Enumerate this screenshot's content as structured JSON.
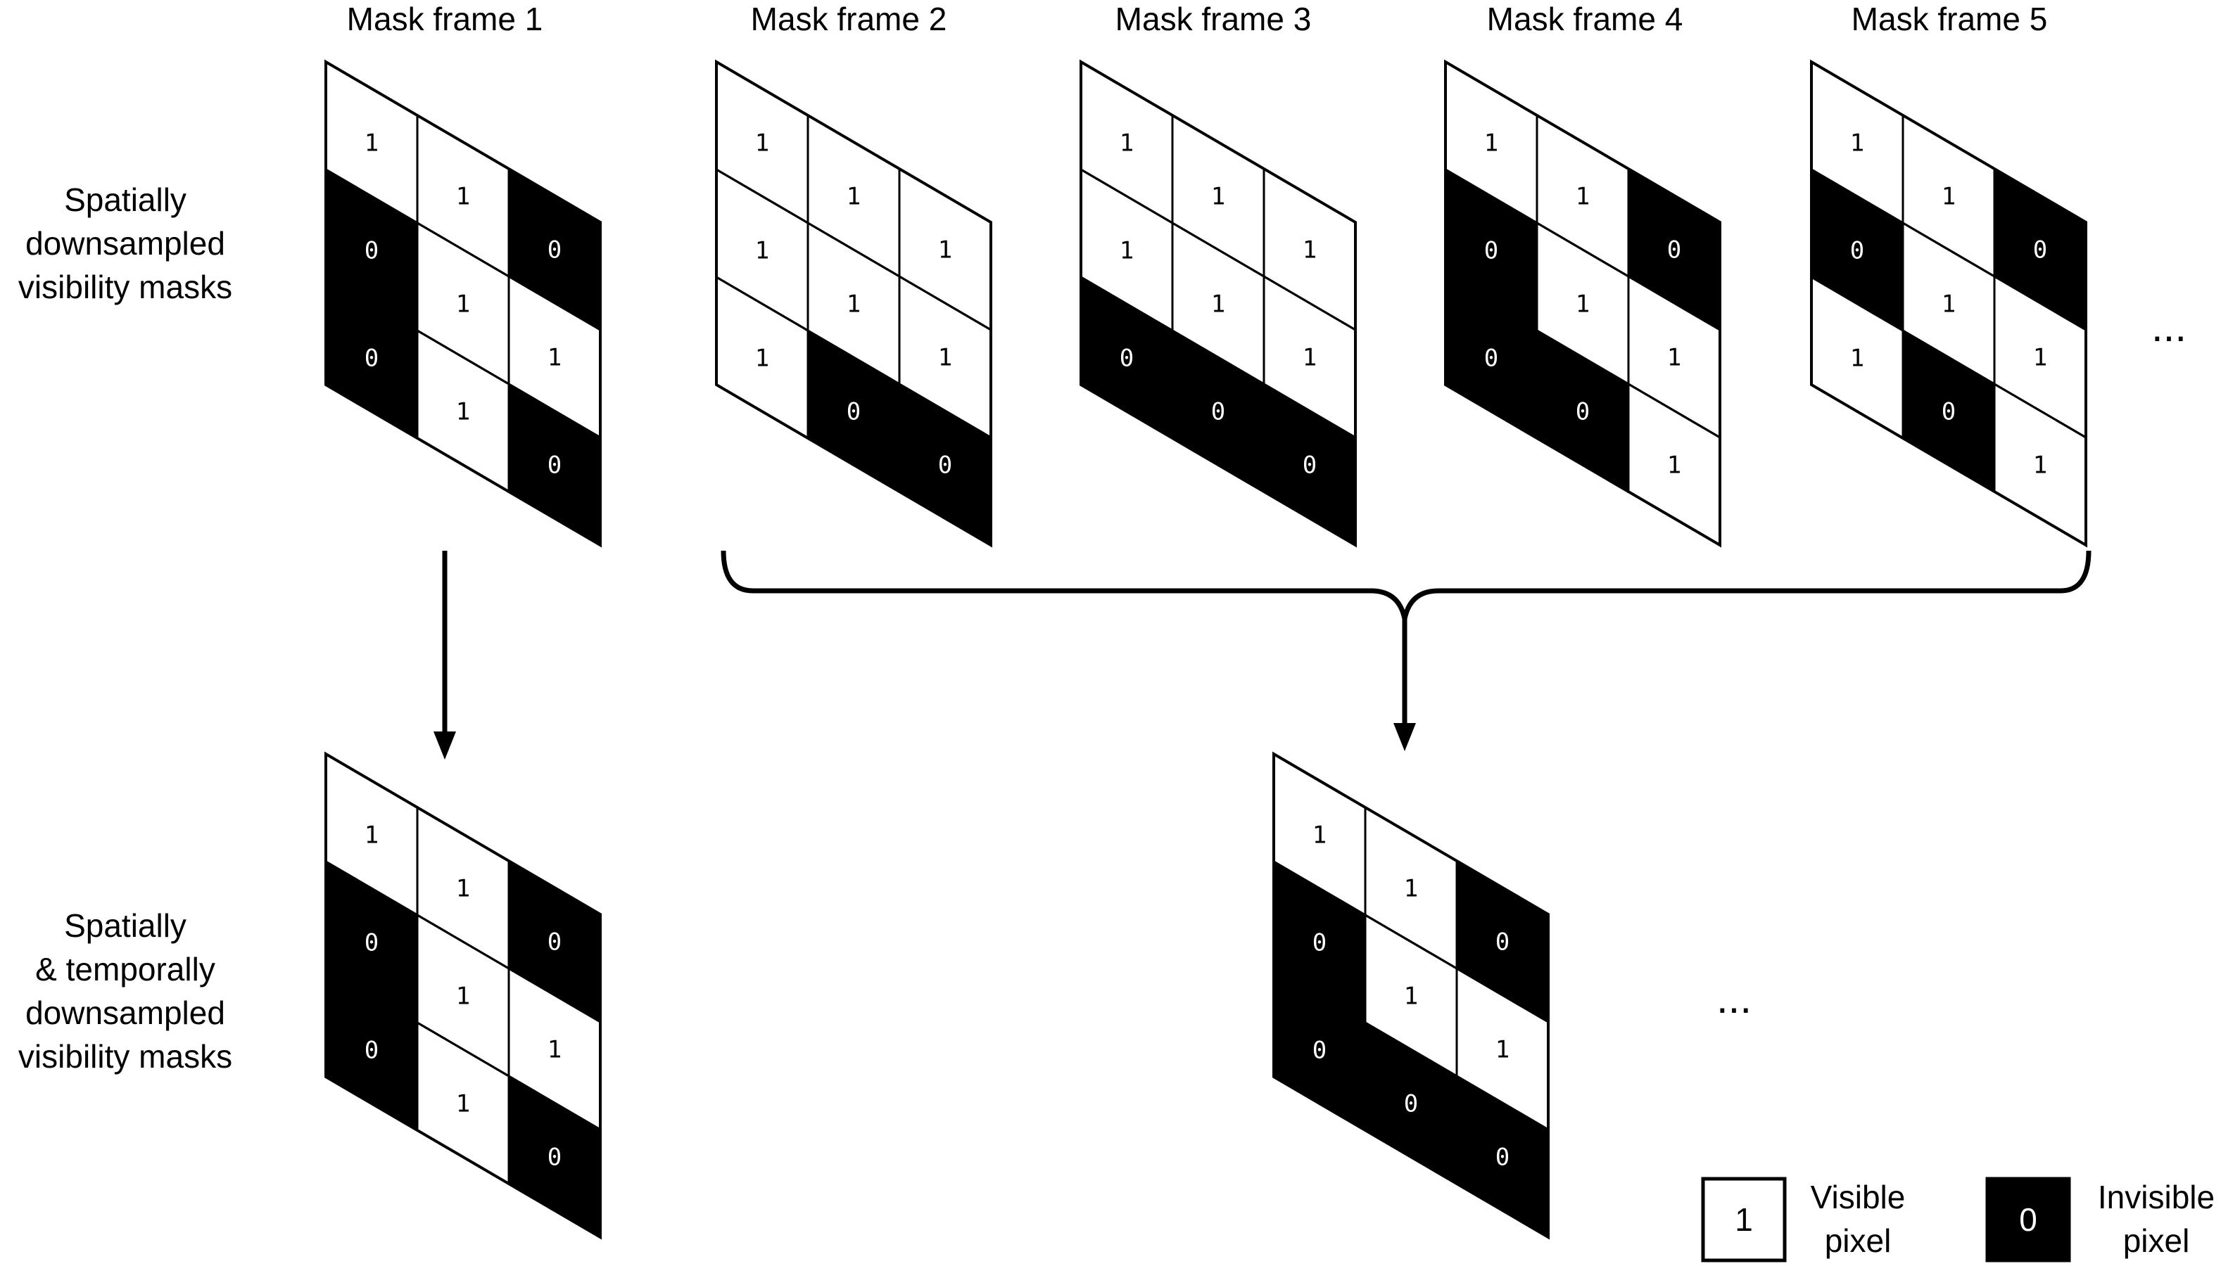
{
  "frames": [
    {
      "title": "Mask frame 1",
      "grid": [
        [
          1,
          1,
          0
        ],
        [
          0,
          1,
          1
        ],
        [
          0,
          1,
          0
        ]
      ]
    },
    {
      "title": "Mask frame 2",
      "grid": [
        [
          1,
          1,
          1
        ],
        [
          1,
          1,
          1
        ],
        [
          1,
          0,
          0
        ]
      ]
    },
    {
      "title": "Mask frame 3",
      "grid": [
        [
          1,
          1,
          1
        ],
        [
          1,
          1,
          1
        ],
        [
          0,
          0,
          0
        ]
      ]
    },
    {
      "title": "Mask frame 4",
      "grid": [
        [
          1,
          1,
          0
        ],
        [
          0,
          1,
          1
        ],
        [
          0,
          0,
          1
        ]
      ]
    },
    {
      "title": "Mask frame 5",
      "grid": [
        [
          1,
          1,
          0
        ],
        [
          0,
          1,
          1
        ],
        [
          1,
          0,
          1
        ]
      ]
    }
  ],
  "outputs": [
    {
      "grid": [
        [
          1,
          1,
          0
        ],
        [
          0,
          1,
          1
        ],
        [
          0,
          1,
          0
        ]
      ]
    },
    {
      "grid": [
        [
          1,
          1,
          0
        ],
        [
          0,
          1,
          1
        ],
        [
          0,
          0,
          0
        ]
      ]
    }
  ],
  "labels": {
    "top_row": [
      "Spatially",
      "downsampled",
      "visibility masks"
    ],
    "bottom_row": [
      "Spatially",
      "& temporally",
      "downsampled",
      "visibility masks"
    ],
    "ellipsis": "..."
  },
  "legend": {
    "visible": {
      "digit": "1",
      "lines": [
        "Visible",
        "pixel"
      ]
    },
    "invisible": {
      "digit": "0",
      "lines": [
        "Invisible",
        "pixel"
      ]
    }
  },
  "colors": {
    "visible_fill": "#ffffff",
    "invisible_fill": "#000000",
    "stroke": "#000000"
  }
}
